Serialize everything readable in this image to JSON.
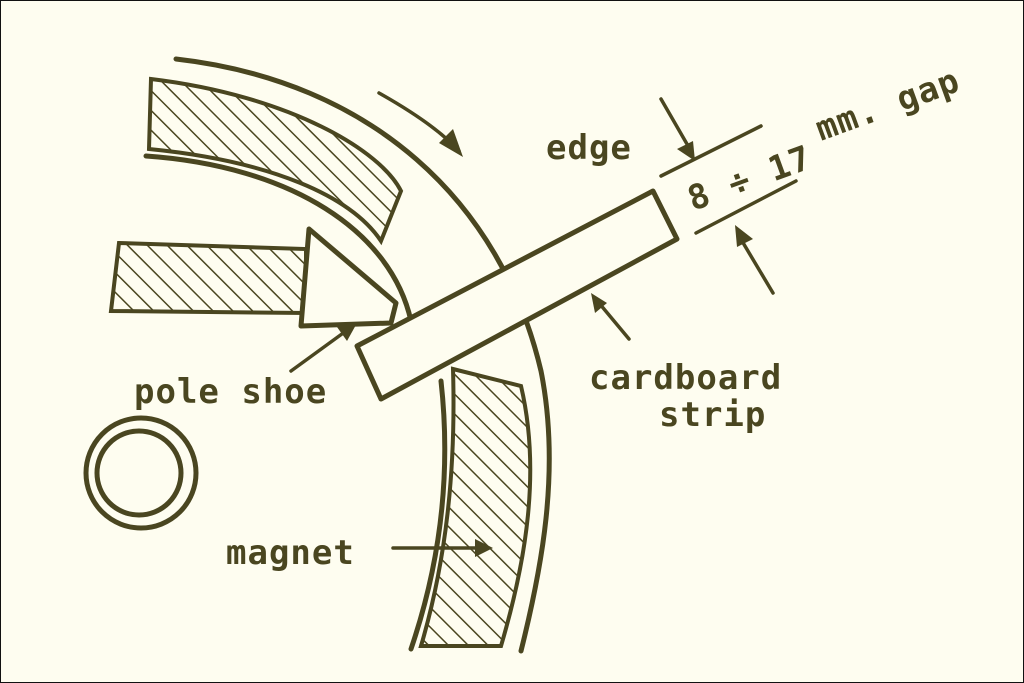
{
  "labels": {
    "edge": "edge",
    "gap_value": "8 ÷ 17",
    "gap_unit": "mm. gap",
    "pole_shoe": "pole shoe",
    "cardboard": "cardboard",
    "strip": "strip",
    "magnet": "magnet"
  },
  "colors": {
    "ink": "#4a4620",
    "paper": "#fefdf0"
  }
}
